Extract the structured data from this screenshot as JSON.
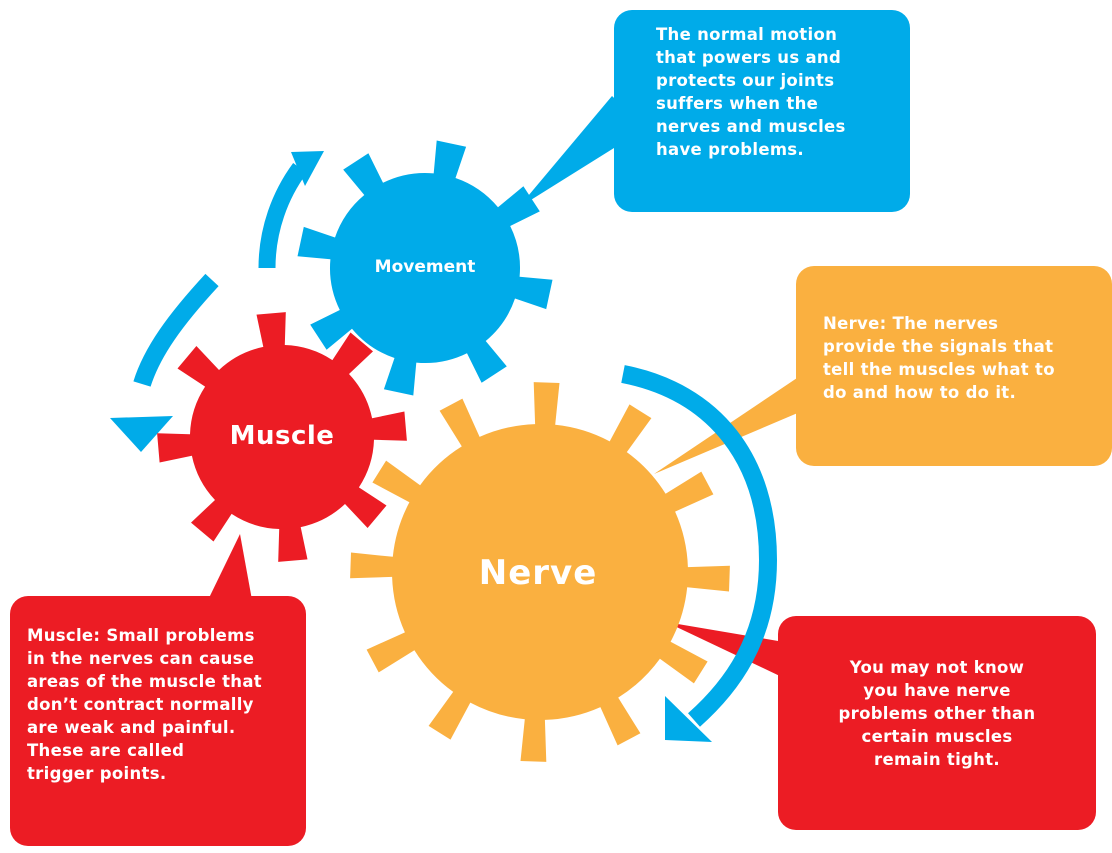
{
  "colors": {
    "blue": "#00abe9",
    "orange": "#fab040",
    "red": "#ec1c24",
    "white": "#ffffff"
  },
  "gears": [
    {
      "id": "movement",
      "label": "Movement",
      "color": "blue"
    },
    {
      "id": "muscle",
      "label": "Muscle",
      "color": "red"
    },
    {
      "id": "nerve",
      "label": "Nerve",
      "color": "orange"
    }
  ],
  "arrows": [
    {
      "id": "arrow-up-left",
      "color": "blue"
    },
    {
      "id": "arrow-down-left",
      "color": "blue"
    },
    {
      "id": "arrow-down-right",
      "color": "blue"
    }
  ],
  "callouts": {
    "movement": {
      "color": "blue",
      "lines": [
        "The normal motion",
        "that powers us and",
        "protects our joints",
        "suffers when the",
        "nerves and muscles",
        "have problems."
      ]
    },
    "nerve": {
      "color": "orange",
      "lines": [
        "Nerve: The nerves",
        "provide the signals that",
        "tell the muscles what to",
        "do and how to do it."
      ]
    },
    "muscle": {
      "color": "red",
      "lines": [
        "Muscle: Small problems",
        "in the nerves can cause",
        "areas of the muscle that",
        "don’t contract normally",
        "are weak and painful.",
        "These are called",
        "trigger points."
      ]
    },
    "tight": {
      "color": "red",
      "lines": [
        "You may not know",
        "you have nerve",
        "problems other than",
        "certain muscles",
        "remain tight."
      ]
    }
  }
}
